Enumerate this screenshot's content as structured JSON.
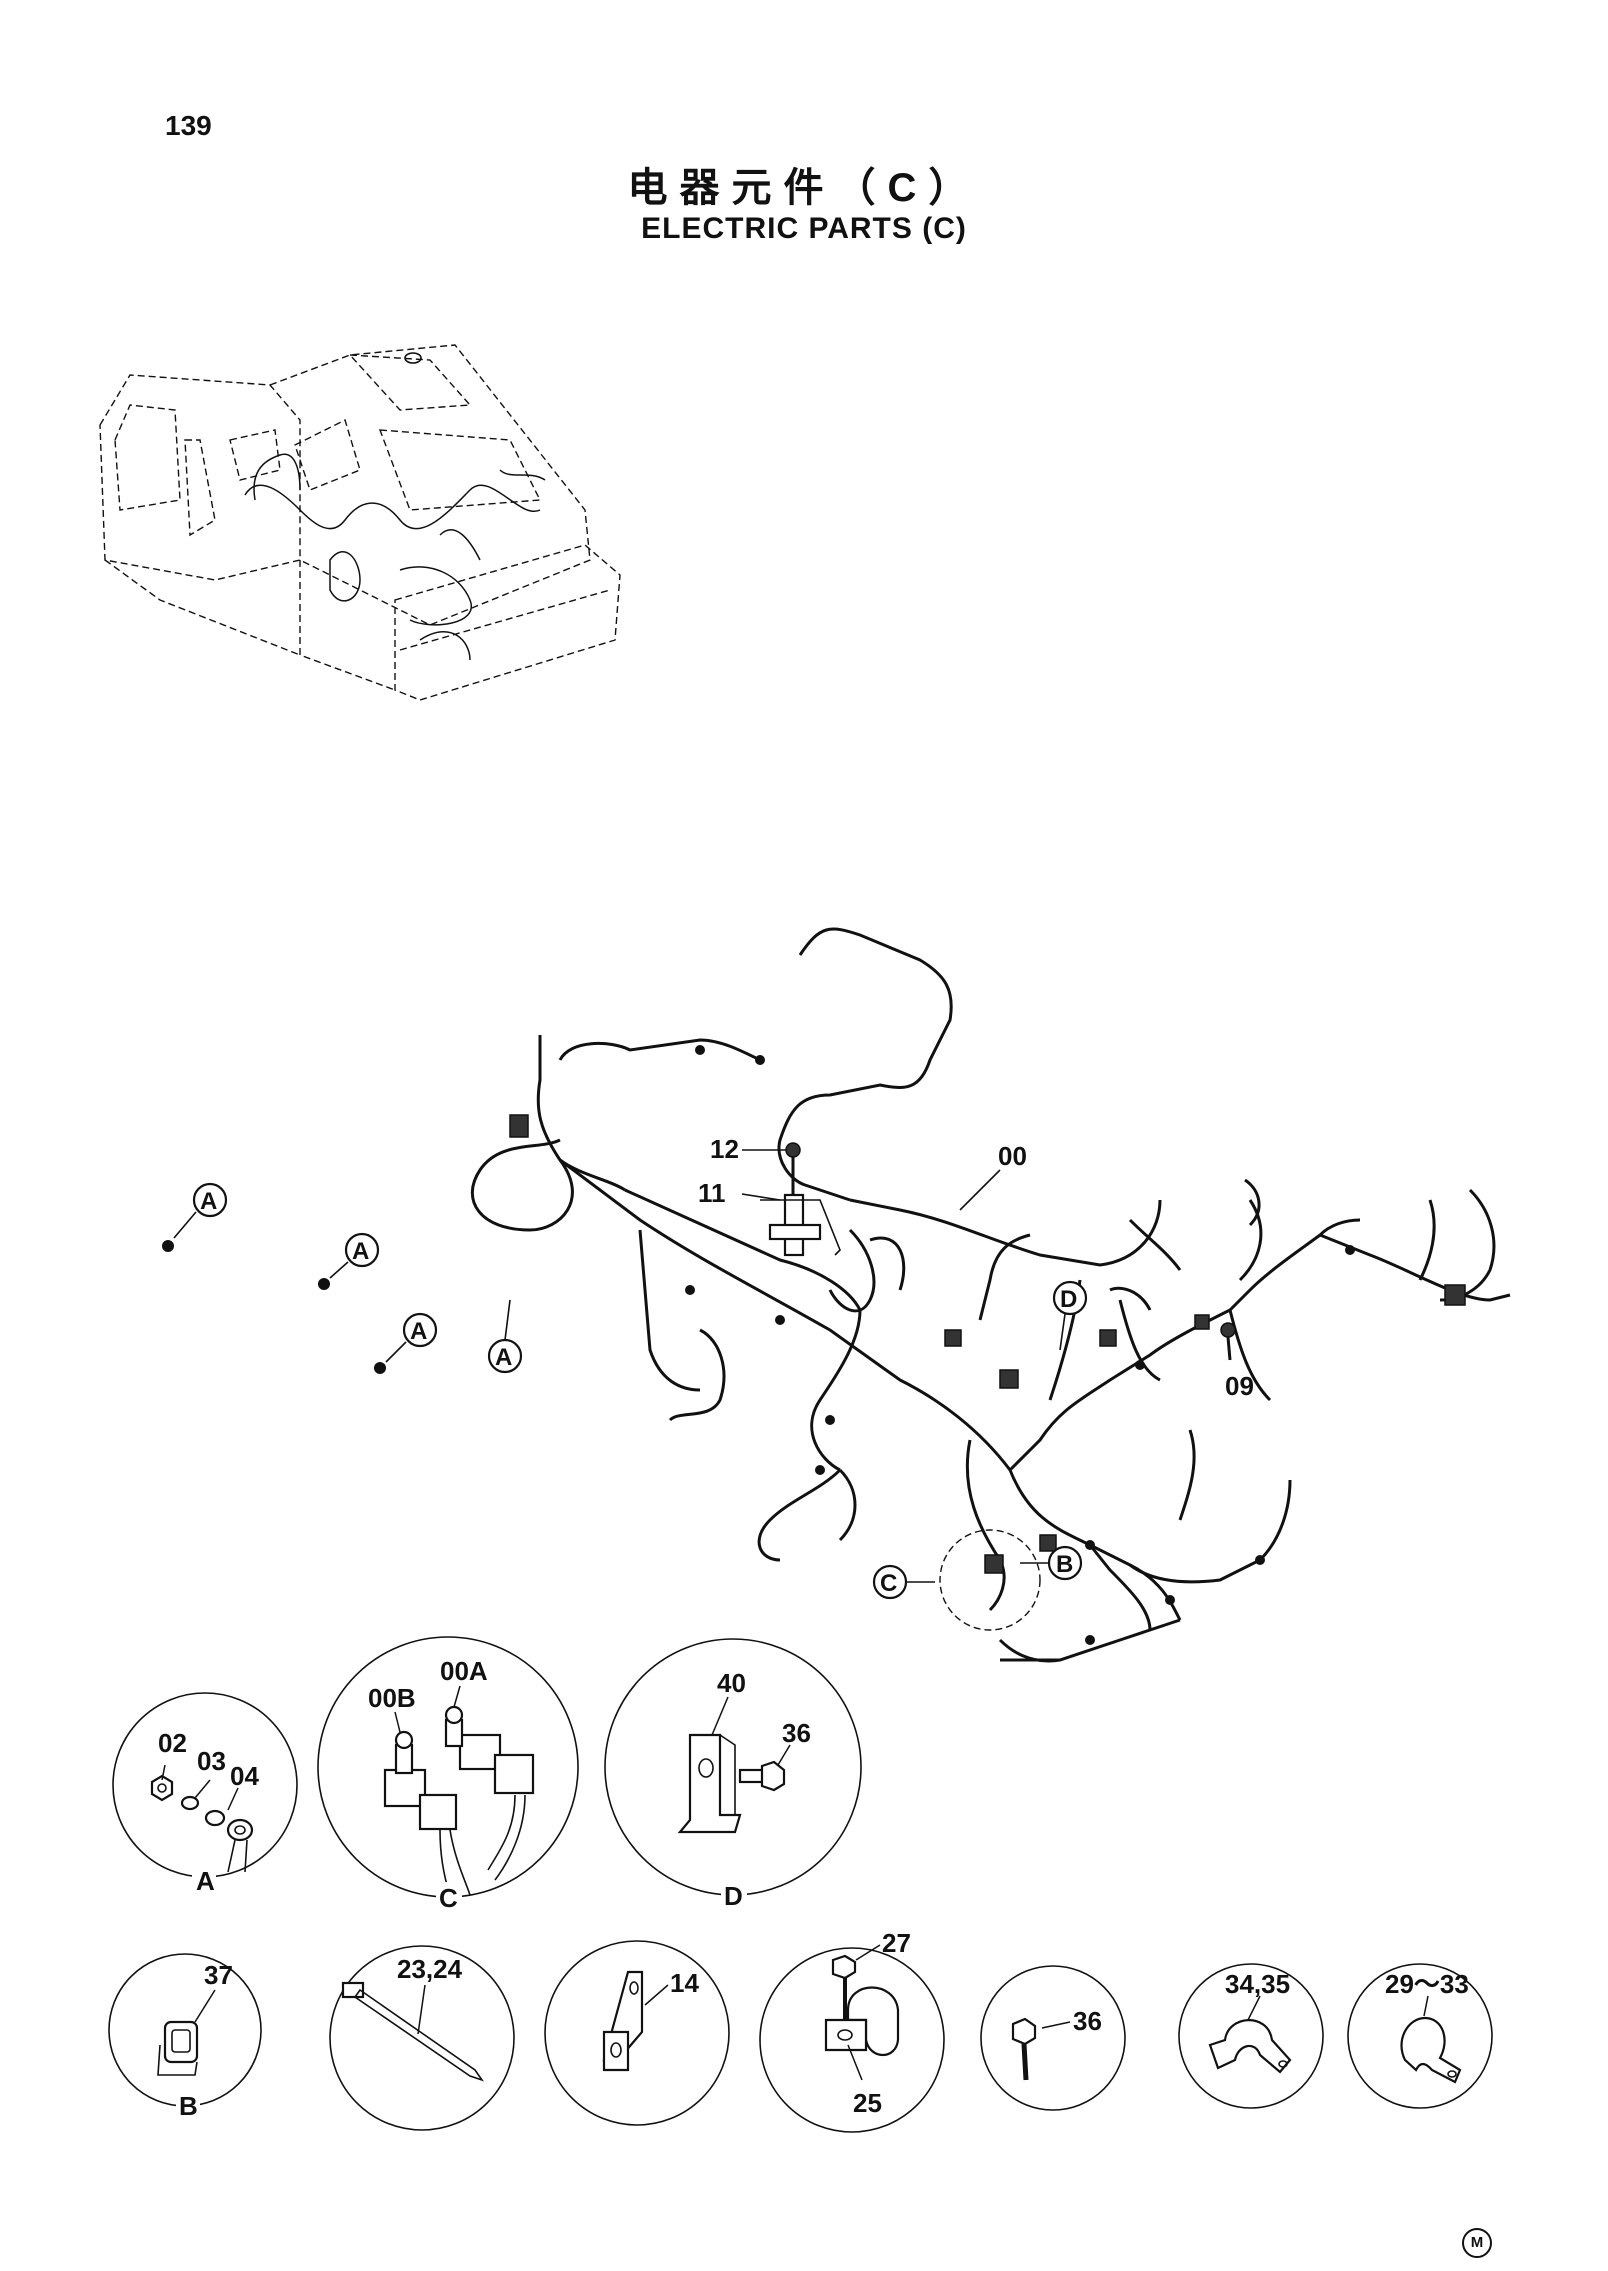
{
  "page_number": "139",
  "title_cn": "电器元件（C）",
  "title_en": "ELECTRIC PARTS (C)",
  "corner_mark": "M",
  "harness_labels": {
    "l00": "00",
    "l09": "09",
    "l11": "11",
    "l12": "12"
  },
  "callouts": {
    "a1": "A",
    "a2": "A",
    "a3": "A",
    "a4": "A",
    "b": "B",
    "c": "C",
    "d": "D"
  },
  "detail_A": {
    "caption": "A",
    "p02": "02",
    "p03": "03",
    "p04": "04"
  },
  "detail_C": {
    "caption": "C",
    "p00B": "00B",
    "p00A": "00A"
  },
  "detail_D": {
    "caption": "D",
    "p40": "40",
    "p36": "36"
  },
  "detail_B": {
    "caption": "B",
    "p37": "37"
  },
  "detail_tie": {
    "p": "23,24"
  },
  "detail_14": {
    "p": "14"
  },
  "detail_clamp": {
    "p27": "27",
    "p25": "25"
  },
  "detail_36": {
    "p": "36"
  },
  "detail_3435": {
    "p": "34,35"
  },
  "detail_2933": {
    "p": "29～33"
  }
}
